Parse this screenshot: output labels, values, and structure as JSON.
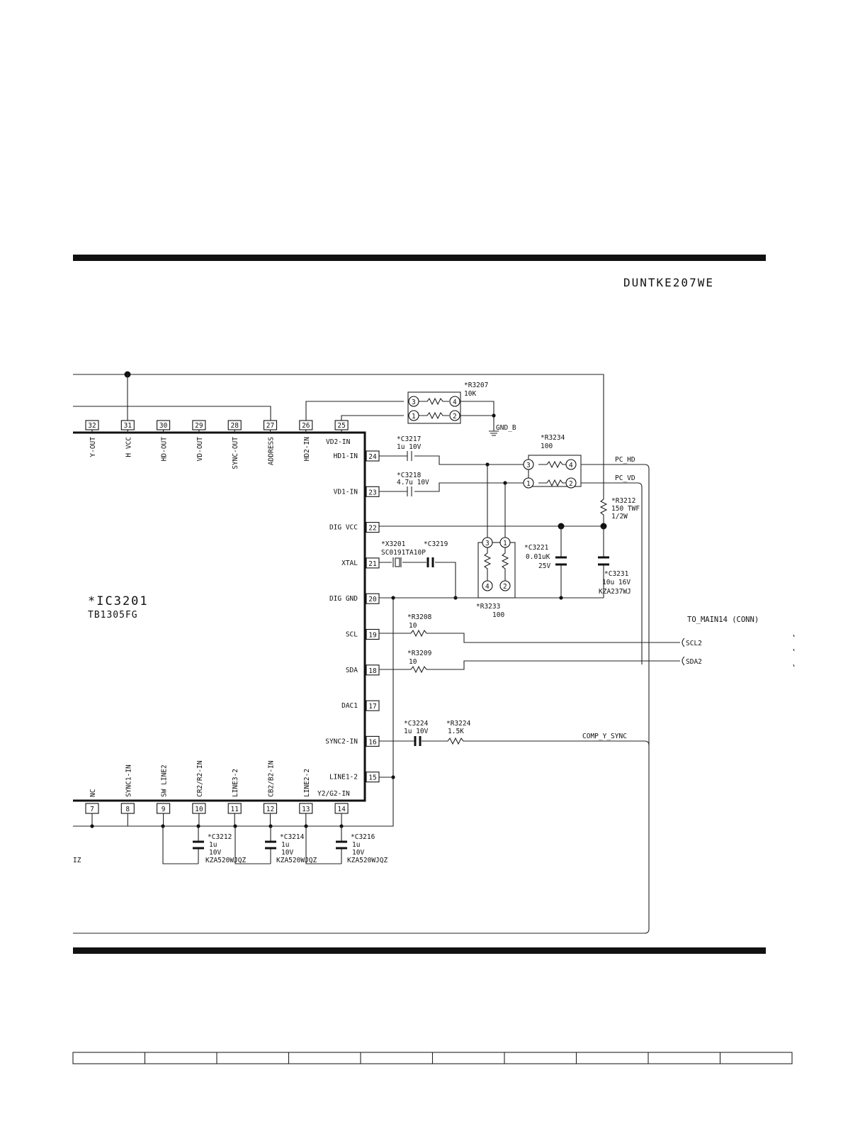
{
  "doc_code": "DUNTKE207WE",
  "ic": {
    "ref": "*IC3201",
    "part": "TB1305FG",
    "top_pins": [
      {
        "num": "32",
        "name": "Y-OUT"
      },
      {
        "num": "31",
        "name": "H VCC"
      },
      {
        "num": "30",
        "name": "HD-OUT"
      },
      {
        "num": "29",
        "name": "VD-OUT"
      },
      {
        "num": "28",
        "name": "SYNC-OUT"
      },
      {
        "num": "27",
        "name": "ADDRESS"
      },
      {
        "num": "26",
        "name": "HD2-IN"
      },
      {
        "num": "25",
        "name": ""
      }
    ],
    "right_pins": [
      {
        "num": "24",
        "name": "HD1-IN"
      },
      {
        "num": "23",
        "name": "VD1-IN"
      },
      {
        "num": "22",
        "name": "DIG VCC"
      },
      {
        "num": "21",
        "name": "XTAL"
      },
      {
        "num": "20",
        "name": "DIG GND"
      },
      {
        "num": "19",
        "name": "SCL"
      },
      {
        "num": "18",
        "name": "SDA"
      },
      {
        "num": "17",
        "name": "DAC1"
      },
      {
        "num": "16",
        "name": "SYNC2-IN"
      },
      {
        "num": "15",
        "name": "LINE1-2"
      }
    ],
    "bottom_pins": [
      {
        "num": "7",
        "name": "NC"
      },
      {
        "num": "8",
        "name": "SYNC1-IN"
      },
      {
        "num": "9",
        "name": "SW LINE2"
      },
      {
        "num": "10",
        "name": "CR2/R2-IN"
      },
      {
        "num": "11",
        "name": "LINE3-2"
      },
      {
        "num": "12",
        "name": "CB2/B2-IN"
      },
      {
        "num": "13",
        "name": "LINE2-2"
      },
      {
        "num": "14",
        "name": ""
      }
    ],
    "corner_top": "VD2-IN",
    "corner_bottom": "Y2/G2-IN"
  },
  "components": {
    "r3207": {
      "ref": "*R3207",
      "value": "10K",
      "pins": [
        "3",
        "4",
        "1",
        "2"
      ]
    },
    "gnd_b": "GND_B",
    "c3217": {
      "ref": "*C3217",
      "value": "1u 10V"
    },
    "c3218": {
      "ref": "*C3218",
      "value": "4.7u 10V"
    },
    "r3234": {
      "ref": "*R3234",
      "value": "100",
      "pins": [
        "3",
        "4",
        "1",
        "2"
      ]
    },
    "r3212": {
      "ref": "*R3212",
      "value": "150 TWF",
      "value2": "1/2W"
    },
    "x3201": {
      "ref": "*X3201",
      "value": "SC0191TA10P"
    },
    "c3219": {
      "ref": "*C3219"
    },
    "c3221": {
      "ref": "*C3221",
      "value": "0.01uK",
      "value2": "25V"
    },
    "c3231": {
      "ref": "*C3231",
      "value": "10u 16V",
      "value2": "KZA237WJ"
    },
    "r3233": {
      "ref": "*R3233",
      "value": "100",
      "pins": [
        "3",
        "1",
        "4",
        "2"
      ]
    },
    "r3208": {
      "ref": "*R3208",
      "value": "10"
    },
    "r3209": {
      "ref": "*R3209",
      "value": "10"
    },
    "c3224": {
      "ref": "*C3224",
      "value": "1u 10V"
    },
    "r3224": {
      "ref": "*R3224",
      "value": "1.5K"
    },
    "c3212": {
      "ref": "*C3212",
      "v1": "1u",
      "v2": "10V",
      "v3": "KZA520WJQZ"
    },
    "c3214": {
      "ref": "*C3214",
      "v1": "1u",
      "v2": "10V",
      "v3": "KZA520WJQZ"
    },
    "c3216": {
      "ref": "*C3216",
      "v1": "1u",
      "v2": "10V",
      "v3": "KZA520WJQZ"
    }
  },
  "nets": {
    "pc_hd": "PC_HD",
    "pc_vd": "PC_VD",
    "comp_y_sync": "COMP_Y_SYNC",
    "scl2": "SCL2",
    "sda2": "SDA2",
    "to_main": "TO_MAIN14 (CONN)",
    "left_fragment": "IZ"
  },
  "footer_table": {
    "columns": 10
  }
}
